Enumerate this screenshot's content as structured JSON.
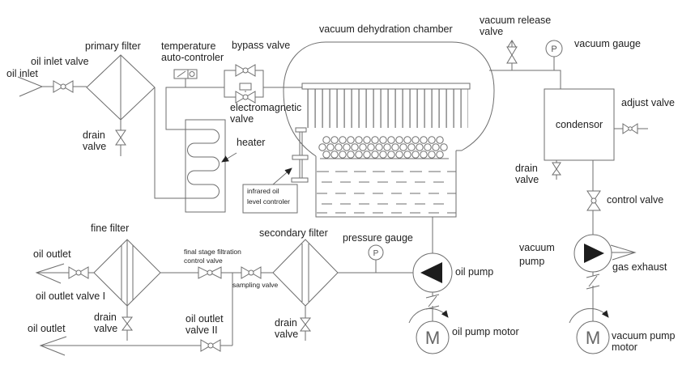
{
  "colors": {
    "line": "#6e6e6e",
    "text": "#222222",
    "solid_fill": "#1c1c1c",
    "background": "#ffffff"
  },
  "symbols": {
    "motor_letter": "M",
    "gauge_letter": "P"
  },
  "labels": {
    "oil_inlet": "oil inlet",
    "oil_inlet_valve": "oil  inlet valve",
    "primary_filter": "primary filter",
    "drain_valve_primary": "drain\nvalve",
    "temperature_auto_controler": "temperature\nauto-controler",
    "bypass_valve": "bypass valve",
    "electromagnetic_valve": "electromagnetic\nvalve",
    "heater": "heater",
    "infrared_oil_level_controler": "infrared oil\nlevel controler",
    "vacuum_dehydration_chamber": "vacuum dehydration chamber",
    "vacuum_release_valve": "vacuum release\nvalve",
    "vacuum_gauge": "vacuum gauge",
    "condensor": "condensor",
    "adjust_valve": "adjust valve",
    "drain_valve_condensor": "drain\nvalve",
    "control_valve": "control valve",
    "vacuum_pump": "vacuum\npump",
    "gas_exhaust": "gas exhaust",
    "vacuum_pump_motor": "vacuum pump\nmotor",
    "fine_filter": "fine filter",
    "oil_outlet_1": "oil outlet",
    "oil_outlet_valve_1": "oil outlet valve I",
    "final_stage_filtration_control_valve": "final stage filtration\ncontrol valve",
    "sampling_valve": "sampling valve",
    "secondary_filter": "secondary filter",
    "pressure_gauge": "pressure gauge",
    "drain_valve_fine": "drain\nvalve",
    "drain_valve_secondary": "drain\nvalve",
    "oil_outlet_2": "oil outlet",
    "oil_outlet_valve_2": "oil outlet\nvalve II",
    "oil_pump": "oil pump",
    "oil_pump_motor": "oil pump motor"
  }
}
